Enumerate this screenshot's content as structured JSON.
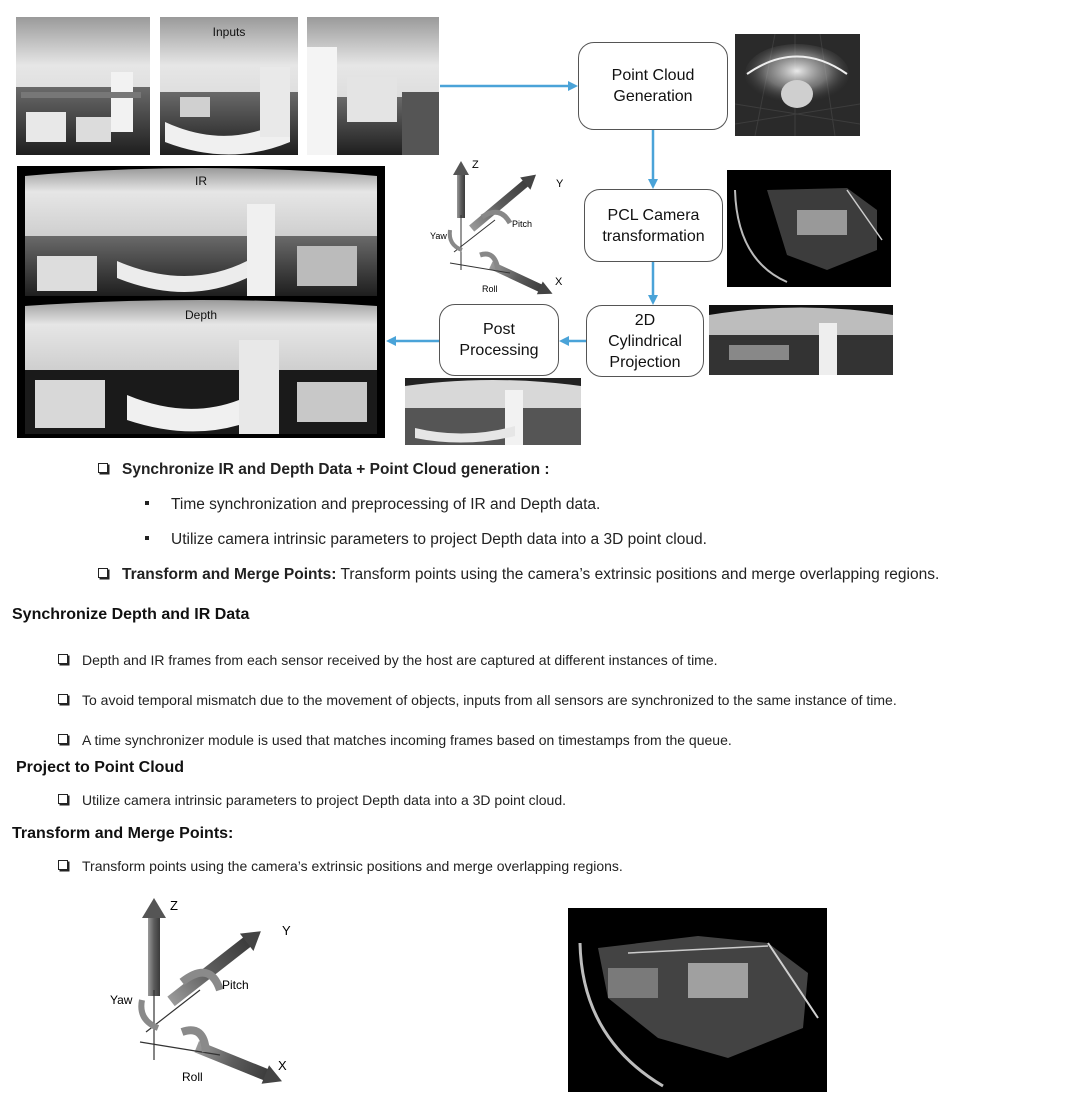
{
  "diagram": {
    "inputs_label": "Inputs",
    "ir_label": "IR",
    "depth_label": "Depth",
    "nodes": {
      "point_cloud_generation": "Point Cloud\nGeneration",
      "pcl_camera_transformation": "PCL Camera\ntransformation",
      "cylindrical_projection": "2D\nCylindrical\nProjection",
      "post_processing": "Post\nProcessing"
    },
    "axes_small": {
      "z": "Z",
      "y": "Y",
      "x": "X",
      "yaw": "Yaw",
      "pitch": "Pitch",
      "roll": "Roll"
    },
    "axes_large": {
      "z": "Z",
      "y": "Y",
      "x": "X",
      "yaw": "Yaw",
      "pitch": "Pitch",
      "roll": "Roll"
    },
    "arrow_color": "#4aa3d8"
  },
  "summary": {
    "item1_title": "Synchronize IR and Depth Data + Point Cloud generation :",
    "item1_sub1": "Time synchronization and preprocessing of IR and Depth data.",
    "item1_sub2": "Utilize camera intrinsic parameters to project Depth data into a 3D point cloud.",
    "item2_title": "Transform and Merge Points:",
    "item2_text": " Transform points using the camera’s extrinsic positions and merge overlapping regions."
  },
  "sections": {
    "sync": {
      "heading": "Synchronize Depth and IR Data",
      "bullets": [
        "Depth and IR frames from each sensor received by the host are captured at different instances of time.",
        "To avoid temporal mismatch due to the movement of objects, inputs from all sensors are synchronized to the same instance of time.",
        "A time synchronizer module is used that matches incoming frames based on timestamps from the queue."
      ]
    },
    "project": {
      "heading": "Project to Point Cloud",
      "bullets": [
        "Utilize camera intrinsic parameters to project Depth data into a 3D point cloud."
      ]
    },
    "transform": {
      "heading": "Transform and Merge Points:",
      "bullets": [
        "Transform points using the camera’s extrinsic positions and merge overlapping regions."
      ]
    }
  }
}
